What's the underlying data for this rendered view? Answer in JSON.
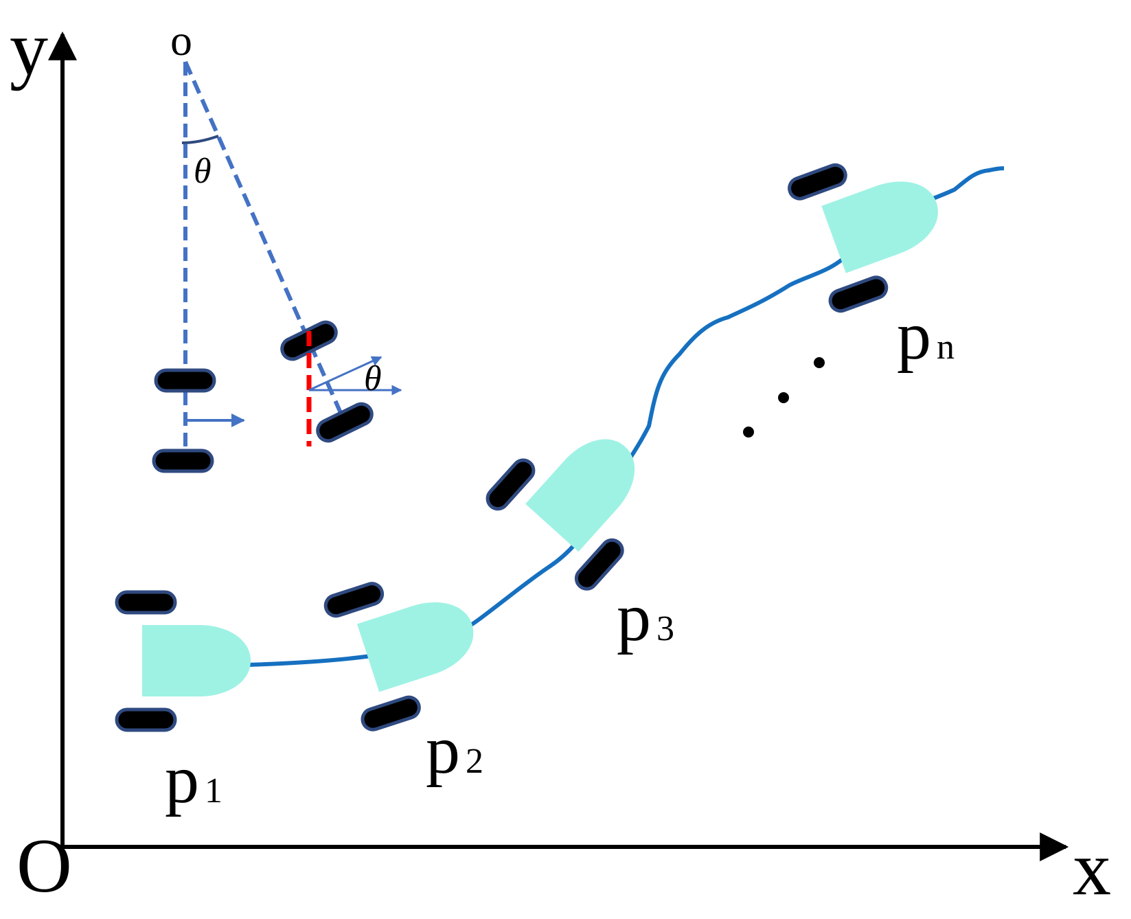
{
  "axes": {
    "x_label": "x",
    "y_label": "y",
    "origin_label": "O"
  },
  "detail": {
    "center_label": "o",
    "angle_label_1": "θ",
    "angle_label_2": "θ"
  },
  "robots": [
    {
      "name": "p",
      "subscript": "1"
    },
    {
      "name": "p",
      "subscript": "2"
    },
    {
      "name": "p",
      "subscript": "3"
    },
    {
      "name": "p",
      "subscript": "n"
    }
  ],
  "colors": {
    "body": "#9EF2E4",
    "path": "#1670C0",
    "dashed": "#4472C4",
    "red": "#FF0000",
    "wheel_fill": "#000000",
    "wheel_stroke": "#2F4A80",
    "axis": "#000000"
  }
}
